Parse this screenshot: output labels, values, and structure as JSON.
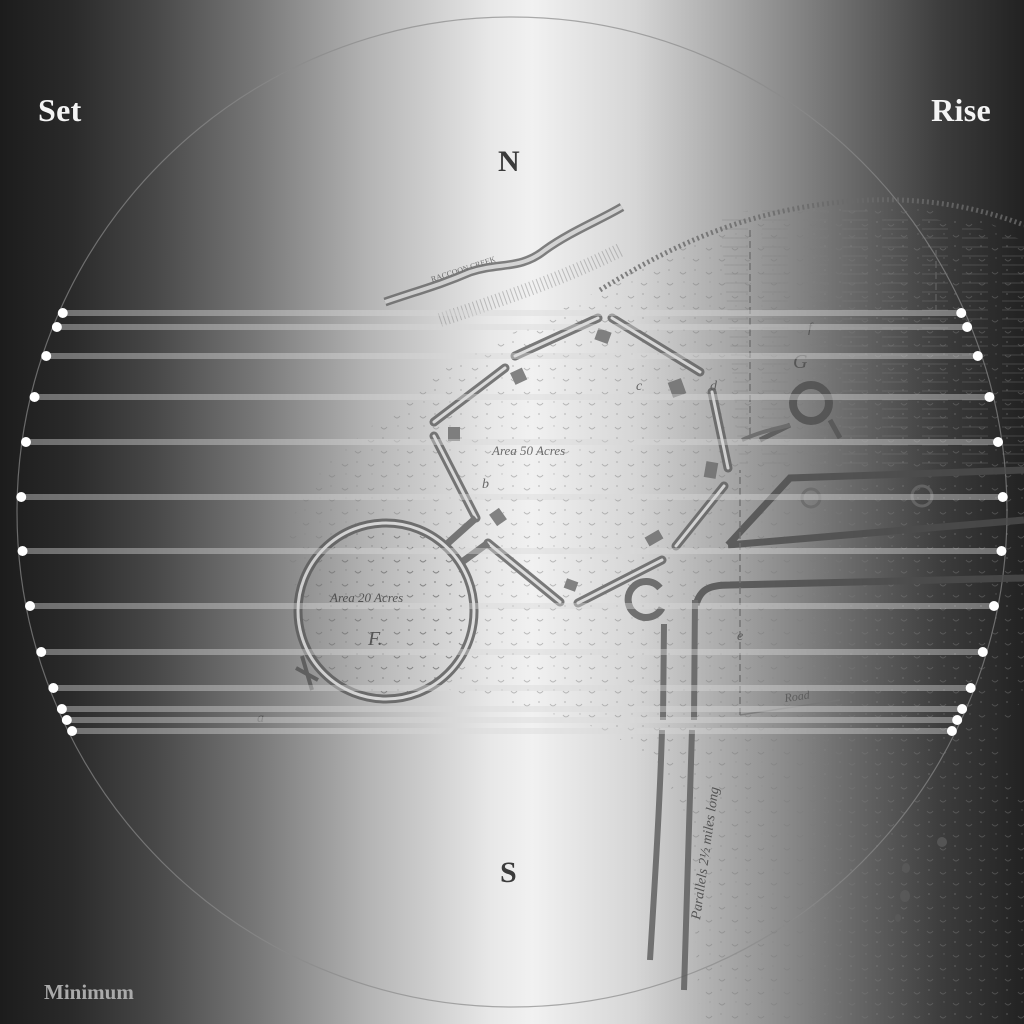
{
  "labels": {
    "set": "Set",
    "rise": "Rise",
    "north": "N",
    "south": "S",
    "mode": "Minimum"
  },
  "map": {
    "creek_label": "RACCOON CREEK",
    "area_octagon": "Area 50 Acres",
    "area_circle": "Area 20 Acres",
    "circle_letter": "F.",
    "parallels_label": "Parallels 2½ miles long",
    "road_label": "Road",
    "letters": [
      "a",
      "b",
      "c",
      "d",
      "e",
      "f",
      "G"
    ]
  },
  "sightlines": {
    "count": 13,
    "line_color": "#d8d8d8",
    "dot_color": "#ffffff"
  }
}
